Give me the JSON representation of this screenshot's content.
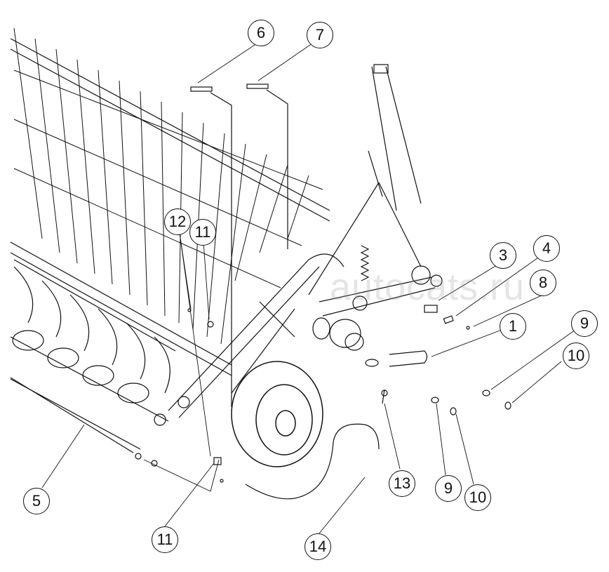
{
  "diagram": {
    "callouts": {
      "c1": "1",
      "c3": "3",
      "c4": "4",
      "c5": "5",
      "c6": "6",
      "c7": "7",
      "c8": "8",
      "c9a": "9",
      "c9b": "9",
      "c10a": "10",
      "c10b": "10",
      "c11a": "11",
      "c11b": "11",
      "c12": "12",
      "c13": "13",
      "c14": "14"
    },
    "watermark": "autocats.ru",
    "colors": {
      "line": "#111111",
      "background": "#ffffff"
    }
  }
}
